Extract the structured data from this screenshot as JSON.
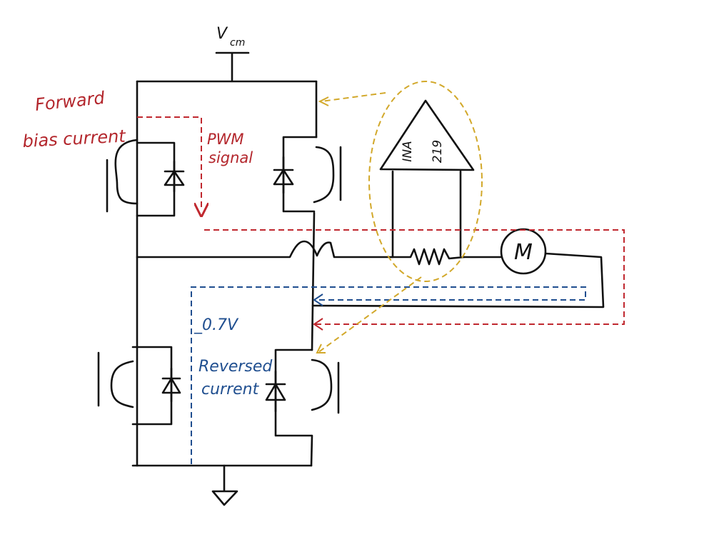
{
  "labels": {
    "vcm": "V",
    "vcm_sub": "cm",
    "forward_line1": "Forward",
    "forward_line2": "bias current",
    "pwm_line1": "PWM",
    "pwm_line2": "signal",
    "ina_line1": "INA",
    "ina_line2": "219",
    "voltage": "_0.7V",
    "reversed_line1": "Reversed",
    "reversed_line2": "current",
    "motor": "M"
  },
  "colors": {
    "wire": "#111111",
    "forward_path": "#c0282f",
    "reversed_path": "#1f4e8f",
    "sense_highlight": "#d2a82a",
    "forward_text": "#b3262c",
    "reversed_text": "#1f4e8f"
  }
}
